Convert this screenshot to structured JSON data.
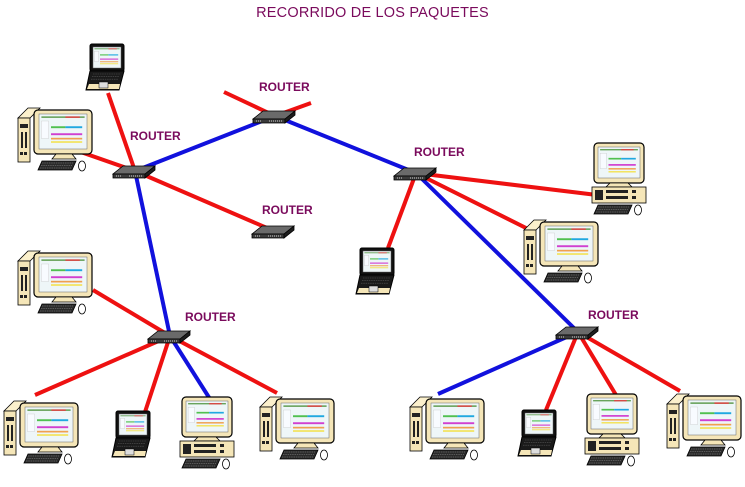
{
  "title": "RECORRIDO DE LOS PAQUETES",
  "colors": {
    "title": "#7a0a5c",
    "router_label": "#7a0a5c",
    "link_red": "#ee1111",
    "link_blue": "#1111dd",
    "router_body": "#3a3a3a",
    "device_beige": "#f5e6b8",
    "screen_bg": "#eef6f8"
  },
  "routers": [
    {
      "id": "r-top",
      "label": "ROUTER"
    },
    {
      "id": "r-left",
      "label": "ROUTER"
    },
    {
      "id": "r-mid",
      "label": "ROUTER"
    },
    {
      "id": "r-right",
      "label": "ROUTER"
    },
    {
      "id": "r-bottom-left",
      "label": "ROUTER"
    },
    {
      "id": "r-bottom-right",
      "label": "ROUTER"
    }
  ],
  "devices": [
    {
      "id": "laptop-1",
      "type": "laptop"
    },
    {
      "id": "pc-1",
      "type": "tower-pc"
    },
    {
      "id": "laptop-2",
      "type": "laptop"
    },
    {
      "id": "pc-2",
      "type": "desktop-pc"
    },
    {
      "id": "pc-3",
      "type": "tower-pc"
    },
    {
      "id": "pc-4",
      "type": "tower-pc"
    },
    {
      "id": "pc-5",
      "type": "tower-pc"
    },
    {
      "id": "laptop-3",
      "type": "laptop"
    },
    {
      "id": "pc-6",
      "type": "desktop-pc"
    },
    {
      "id": "pc-7",
      "type": "tower-pc"
    },
    {
      "id": "pc-8",
      "type": "tower-pc"
    },
    {
      "id": "laptop-4",
      "type": "laptop"
    },
    {
      "id": "pc-9",
      "type": "desktop-pc"
    },
    {
      "id": "pc-10",
      "type": "tower-pc"
    }
  ],
  "links": [
    {
      "from": "r-top",
      "to": "stub-upper-left",
      "color": "red",
      "packet_path": false
    },
    {
      "from": "r-top",
      "to": "stub-upper-right",
      "color": "red",
      "packet_path": false
    },
    {
      "from": "r-left",
      "to": "r-top",
      "color": "blue",
      "packet_path": true
    },
    {
      "from": "r-top",
      "to": "r-right",
      "color": "blue",
      "packet_path": true
    },
    {
      "from": "r-left",
      "to": "laptop-1",
      "color": "red",
      "packet_path": false
    },
    {
      "from": "r-left",
      "to": "pc-1",
      "color": "red",
      "packet_path": false
    },
    {
      "from": "r-left",
      "to": "r-mid",
      "color": "red",
      "packet_path": false
    },
    {
      "from": "r-left",
      "to": "r-bottom-left",
      "color": "blue",
      "packet_path": true
    },
    {
      "from": "r-right",
      "to": "laptop-2",
      "color": "red",
      "packet_path": false
    },
    {
      "from": "r-right",
      "to": "pc-2",
      "color": "red",
      "packet_path": false
    },
    {
      "from": "r-right",
      "to": "pc-3",
      "color": "red",
      "packet_path": false
    },
    {
      "from": "r-right",
      "to": "r-bottom-right",
      "color": "blue",
      "packet_path": true
    },
    {
      "from": "r-bottom-left",
      "to": "pc-4",
      "color": "red",
      "packet_path": false
    },
    {
      "from": "r-bottom-left",
      "to": "pc-5",
      "color": "red",
      "packet_path": false
    },
    {
      "from": "r-bottom-left",
      "to": "laptop-3",
      "color": "red",
      "packet_path": false
    },
    {
      "from": "r-bottom-left",
      "to": "pc-6",
      "color": "blue",
      "packet_path": true
    },
    {
      "from": "r-bottom-left",
      "to": "pc-7",
      "color": "red",
      "packet_path": false
    },
    {
      "from": "r-bottom-right",
      "to": "pc-8",
      "color": "blue",
      "packet_path": true
    },
    {
      "from": "r-bottom-right",
      "to": "laptop-4",
      "color": "red",
      "packet_path": false
    },
    {
      "from": "r-bottom-right",
      "to": "pc-9",
      "color": "red",
      "packet_path": false
    },
    {
      "from": "r-bottom-right",
      "to": "pc-10",
      "color": "red",
      "packet_path": false
    }
  ]
}
